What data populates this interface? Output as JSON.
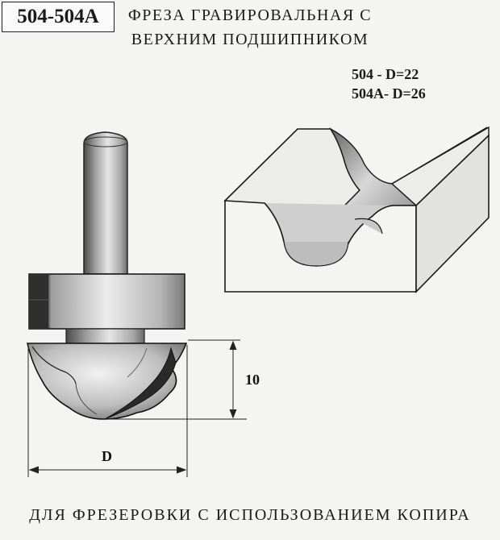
{
  "header": {
    "model": "504-504A",
    "title_line1": "ФРЕЗА ГРАВИРОВАЛЬНАЯ С",
    "title_line2": "ВЕРХНИМ ПОДШИПНИКОМ"
  },
  "specs": {
    "line1": "504  - D=22",
    "line2": "504A- D=26"
  },
  "dimensions": {
    "height_label": "10",
    "diameter_label": "D"
  },
  "footer": {
    "caption": "ДЛЯ ФРЕЗЕРОВКИ С ИСПОЛЬЗОВАНИЕМ КОПИРА"
  }
}
